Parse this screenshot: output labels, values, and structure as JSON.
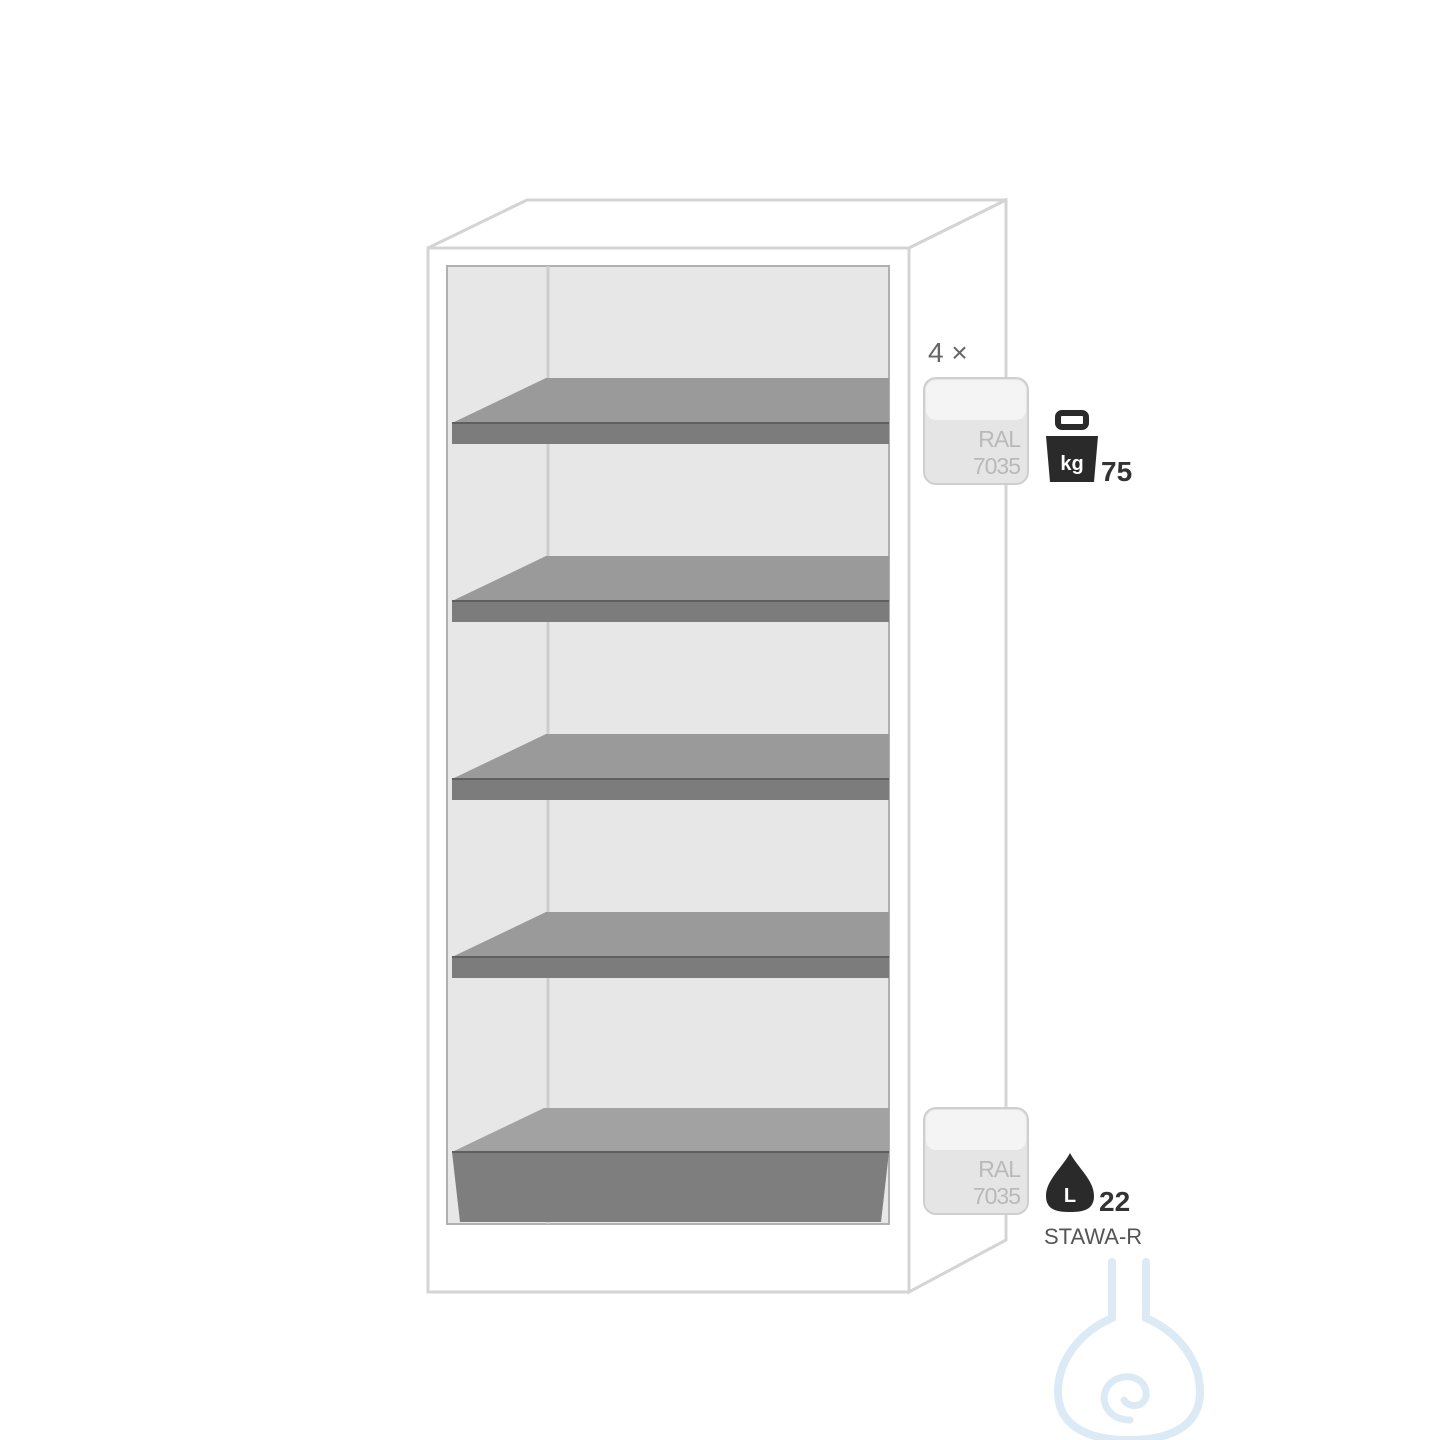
{
  "shelves": {
    "count_label": "4 ×",
    "swatch_ral": "RAL",
    "swatch_code": "7035",
    "load_unit": "kg",
    "load_value": "75"
  },
  "sump": {
    "swatch_ral": "RAL",
    "swatch_code": "7035",
    "volume_unit": "L",
    "volume_value": "22",
    "standard": "STAWA-R"
  },
  "colors": {
    "outline": "#d4d4d4",
    "interior": "#e7e7e7",
    "shelf": "#8a8a8a",
    "shelf_dark": "#6e6e6e",
    "icon": "#2a2a2a",
    "logo": "#cfe3f2"
  },
  "icons": [
    "weight-icon",
    "liquid-drop-icon",
    "flask-logo-icon"
  ]
}
